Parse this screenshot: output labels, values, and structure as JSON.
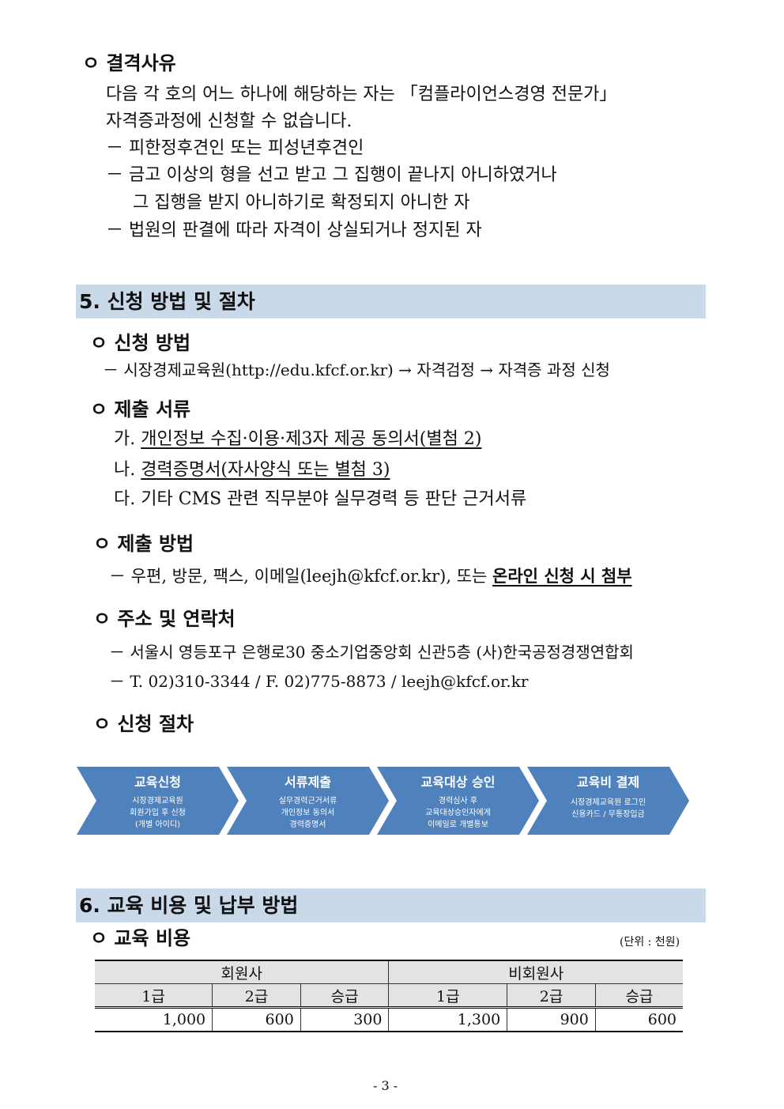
{
  "disq": {
    "title": "ㅇ 결격사유",
    "intro1": "다음 각 호의 어느 하나에 해당하는 자는 「컴플라이언스경영 전문가」",
    "intro2": "자격증과정에 신청할 수 없습니다.",
    "items": [
      "－ 피한정후견인 또는 피성년후견인",
      "－ 금고 이상의 형을 선고 받고 그 집행이 끝나지 아니하였거나",
      "그 집행을 받지 아니하기로 확정되지 아니한 자",
      "－ 법원의 판결에 따라 자격이 상실되거나 정지된 자"
    ]
  },
  "s5": {
    "title": "5. 신청 방법 및 절차",
    "method_title": "ㅇ 신청 방법",
    "method": "－ 시장경제교육원(http://edu.kfcf.or.kr) → 자격검정 → 자격증 과정 신청",
    "docs_title": "ㅇ 제출 서류",
    "docs": [
      {
        "p": "가. ",
        "t": "개인정보 수집·이용·제3자 제공 동의서(별첨 2)"
      },
      {
        "p": "나. ",
        "t": "경력증명서(자사양식 또는 별첨 3)"
      },
      {
        "p": "다. ",
        "t": "기타 CMS 관련 직무분야 실무경력 등 판단 근거서류"
      }
    ],
    "submit_title": "ㅇ 제출 방법",
    "submit": "－ 우편, 방문, 팩스, 이메일(leejh@kfcf.or.kr), 또는 ",
    "submit_em": "온라인 신청 시 첨부",
    "addr_title": "ㅇ 주소 및 연락처",
    "addr": "－ 서울시 영등포구 은행로30 중소기업중앙회 신관5층 (사)한국공정경쟁연합회",
    "contact": "－ T. 02)310-3344 / F. 02)775-8873 / leejh@kfcf.or.kr",
    "proc_title": "ㅇ 신청 절차",
    "steps": [
      {
        "t": "교육신청",
        "d": [
          "시장경제교육원",
          "회원가입 후 신청",
          "(개별 아이디)"
        ]
      },
      {
        "t": "서류제출",
        "d": [
          "실무경력근거서류",
          "개인정보 동의서",
          "경력증명서"
        ]
      },
      {
        "t": "교육대상 승인",
        "d": [
          "경력심사 후",
          "교육대상승인자에게",
          "이메일로 개별통보"
        ]
      },
      {
        "t": "교육비 결제",
        "d": [
          "시장경제교육원 로그인",
          "신용카드 / 무통장입금"
        ]
      }
    ],
    "step_color": "#4f81bd"
  },
  "s6": {
    "title": "6. 교육 비용 및 납부 방법",
    "cost_title": "ㅇ 교육 비용",
    "unit": "(단위 : 천원)",
    "groups": [
      "회원사",
      "비회원사"
    ],
    "grades": [
      "1급",
      "2급",
      "승급",
      "1급",
      "2급",
      "승급"
    ],
    "values": [
      "1,000",
      "600",
      "300",
      "1,300",
      "900",
      "600"
    ]
  },
  "footer": "- 3 -"
}
